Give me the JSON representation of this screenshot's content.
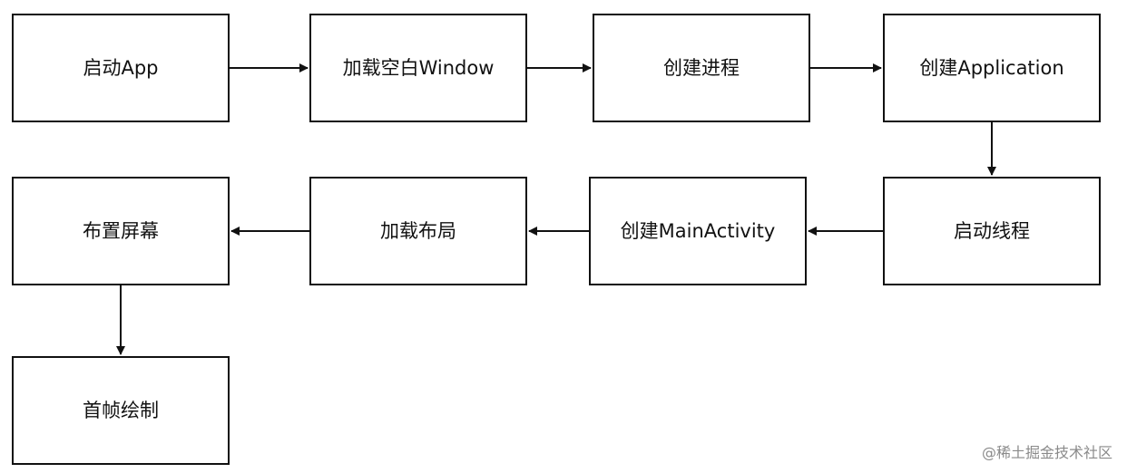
{
  "diagram": {
    "nodes": [
      {
        "id": "start-app",
        "label": "启动App"
      },
      {
        "id": "load-blank-window",
        "label": "加载空白Window"
      },
      {
        "id": "create-process",
        "label": "创建进程"
      },
      {
        "id": "create-application",
        "label": "创建Application"
      },
      {
        "id": "start-thread",
        "label": "启动线程"
      },
      {
        "id": "create-main-activity",
        "label": "创建MainActivity"
      },
      {
        "id": "load-layout",
        "label": "加载布局"
      },
      {
        "id": "arrange-screen",
        "label": "布置屏幕"
      },
      {
        "id": "first-frame-draw",
        "label": "首帧绘制"
      }
    ],
    "edges": [
      {
        "from": "start-app",
        "to": "load-blank-window"
      },
      {
        "from": "load-blank-window",
        "to": "create-process"
      },
      {
        "from": "create-process",
        "to": "create-application"
      },
      {
        "from": "create-application",
        "to": "start-thread"
      },
      {
        "from": "start-thread",
        "to": "create-main-activity"
      },
      {
        "from": "create-main-activity",
        "to": "load-layout"
      },
      {
        "from": "load-layout",
        "to": "arrange-screen"
      },
      {
        "from": "arrange-screen",
        "to": "first-frame-draw"
      }
    ]
  },
  "watermark": {
    "text": "@稀土掘金技术社区"
  },
  "colors": {
    "stroke": "#111111",
    "background": "#ffffff",
    "watermark": "#8a8a8a"
  }
}
